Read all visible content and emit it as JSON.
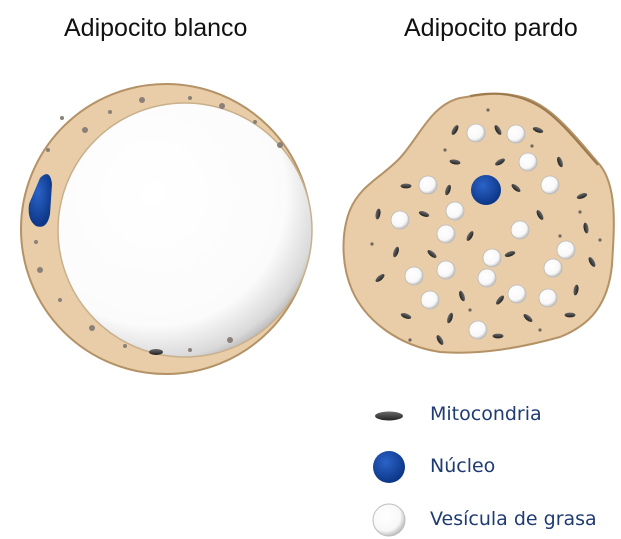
{
  "titles": {
    "white_adipocyte": "Adipocito blanco",
    "brown_adipocyte": "Adipocito pardo"
  },
  "legend": {
    "mitochondria": "Mitocondria",
    "nucleus": "Núcleo",
    "fat_vesicle": "Vesícula de grasa"
  },
  "colors": {
    "cytoplasm": "#e8cda8",
    "cell_outline": "#b49266",
    "nucleus": "#0a3d9c",
    "mitochondria": "#3a3a3a",
    "legend_text": "#1f3b73"
  }
}
